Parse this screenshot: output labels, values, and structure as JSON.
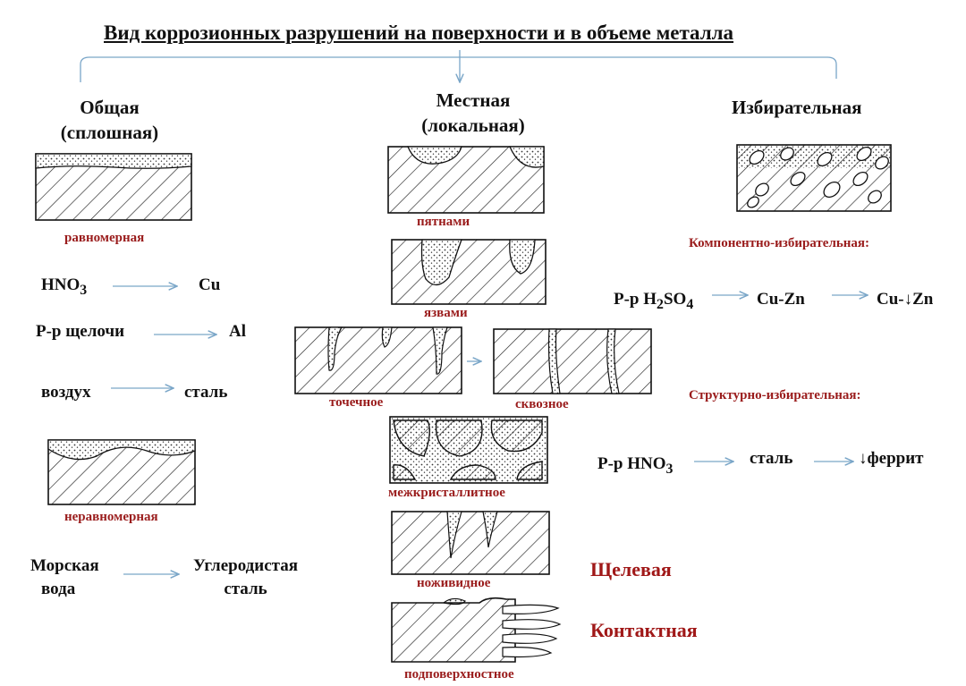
{
  "title": "Вид коррозионных разрушений на поверхности и в объеме металла",
  "categories": {
    "general": {
      "line1": "Общая",
      "line2": "(сплошная)"
    },
    "local": {
      "line1": "Местная",
      "line2": "(локальная)"
    },
    "selective": {
      "line1": "Избирательная"
    }
  },
  "general": {
    "uniform_label": "равномерная",
    "uniform_examples": [
      {
        "medium": "HNO",
        "sub": "3",
        "metal": "Cu"
      },
      {
        "medium": "Р-р щелочи",
        "metal": "Al"
      },
      {
        "medium": "воздух",
        "metal": "сталь"
      }
    ],
    "nonuniform_label": "неравномерная",
    "nonuniform_example": {
      "medium_l1": "Морская",
      "medium_l2": "вода",
      "metal_l1": "Углеродистая",
      "metal_l2": "сталь"
    }
  },
  "local": {
    "spots": "пятнами",
    "ulcers": "язвами",
    "pitting": "точечное",
    "through": "сквозное",
    "intercrystalline": "межкристаллитное",
    "knife": "ноживидное",
    "subsurface": "подповерхностное",
    "crevice": "Щелевая",
    "contact": "Контактная"
  },
  "selective": {
    "component_label": "Компонентно-избирательная:",
    "component_formula": {
      "prefix": "Р-р H",
      "s1": "2",
      "mid": "SO",
      "s2": "4",
      "step1": "Cu-Zn",
      "step2": "Cu-↓Zn"
    },
    "structural_label": "Структурно-избирательная:",
    "structural_formula": {
      "prefix": "Р-р HNO",
      "s1": "3",
      "step1": "сталь",
      "step2": "↓феррит"
    }
  },
  "colors": {
    "accent_red": "#9a1c1c",
    "arrow_blue": "#7aa6c8",
    "ink": "#111111"
  }
}
